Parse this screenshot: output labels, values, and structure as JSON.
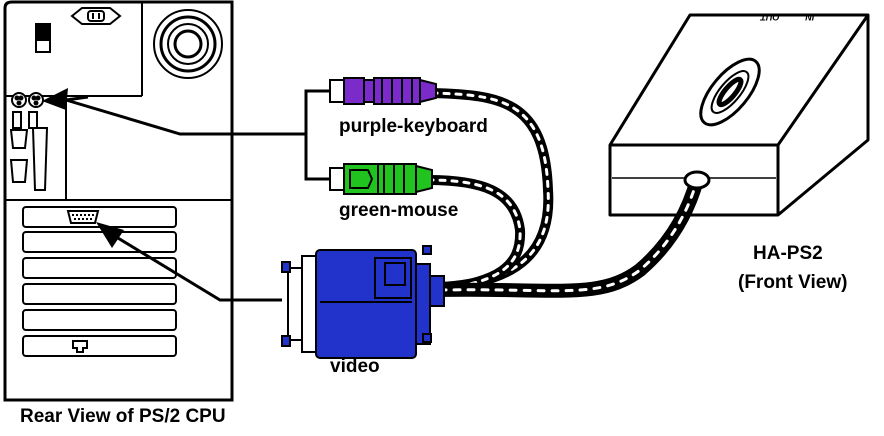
{
  "labels": {
    "keyboard": "purple-keyboard",
    "mouse": "green-mouse",
    "video": "video",
    "device_name": "HA-PS2",
    "device_view": "(Front View)",
    "cpu_caption": "Rear View of PS/2 CPU"
  },
  "device_ports": {
    "in": "IN",
    "out": "OUT"
  },
  "colors": {
    "keyboard_plug": "#7a2bc9",
    "mouse_plug": "#21c41f",
    "video_connector": "#2233cc",
    "outline": "#000000"
  }
}
